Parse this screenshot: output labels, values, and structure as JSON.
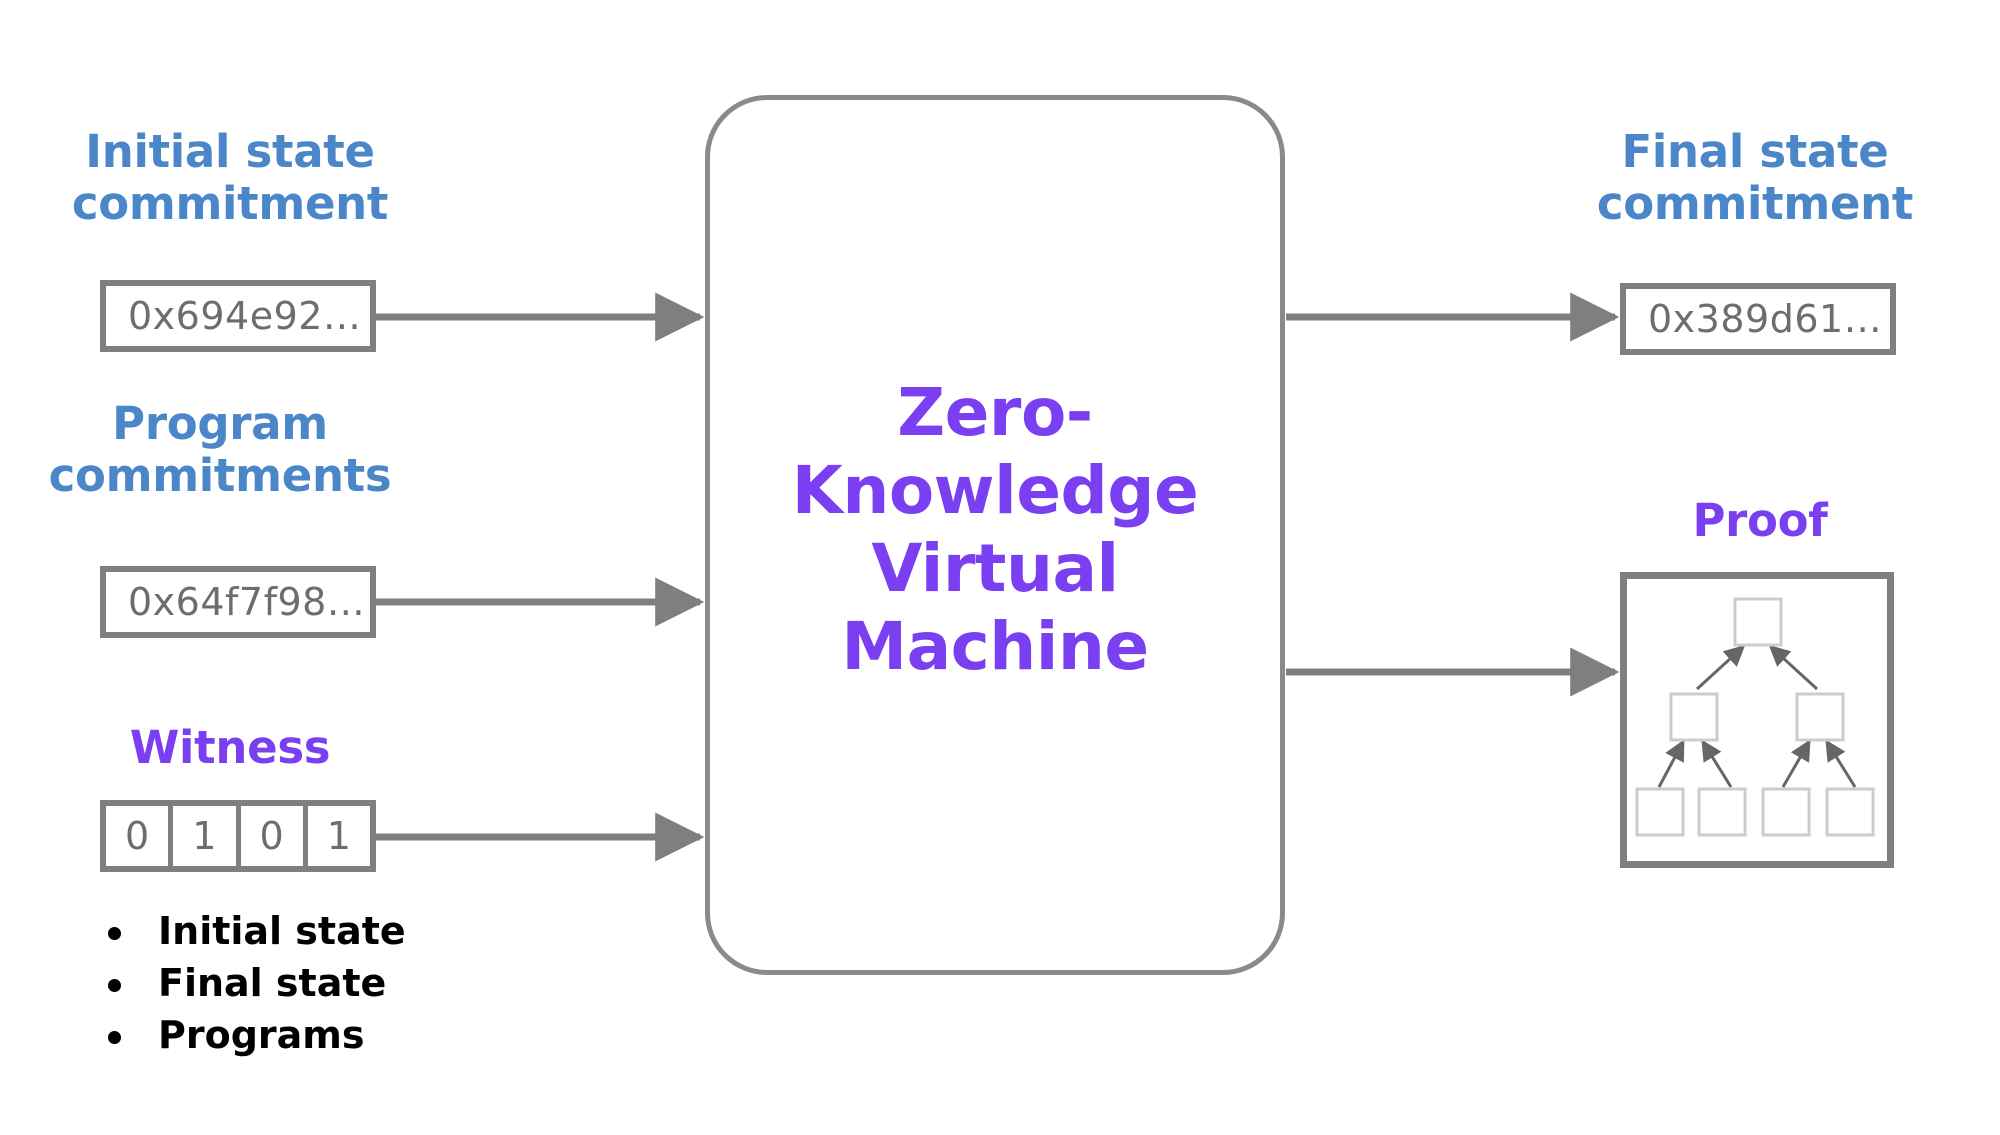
{
  "diagram": {
    "title": "Zero-Knowledge Virtual Machine pipeline",
    "colors": {
      "blue_label": "#4a86c8",
      "purple_label": "#7b3ff2",
      "box_border": "#7f7f7f",
      "zkvm_border": "#8a8a8a",
      "arrow": "#7f7f7f",
      "node_border": "#cccccc",
      "text_gray": "#6d6d6d",
      "background": "#ffffff"
    }
  },
  "inputs": {
    "initial_state": {
      "label": "Initial state\ncommitment",
      "value": "0x694e92…"
    },
    "program": {
      "label": "Program\ncommitments",
      "value": "0x64f7f98…"
    },
    "witness": {
      "label": "Witness",
      "bits": [
        "0",
        "1",
        "0",
        "1"
      ],
      "bullets": [
        "Initial state",
        "Final state",
        "Programs"
      ]
    }
  },
  "center": {
    "title": "Zero-\nKnowledge\nVirtual\nMachine"
  },
  "outputs": {
    "final_state": {
      "label": "Final state\ncommitment",
      "value": "0x389d61…"
    },
    "proof": {
      "label": "Proof",
      "tree": {
        "type": "merkle-tree",
        "levels": 3,
        "node_counts": [
          1,
          2,
          4
        ],
        "edge_direction": "child-to-parent"
      }
    }
  }
}
